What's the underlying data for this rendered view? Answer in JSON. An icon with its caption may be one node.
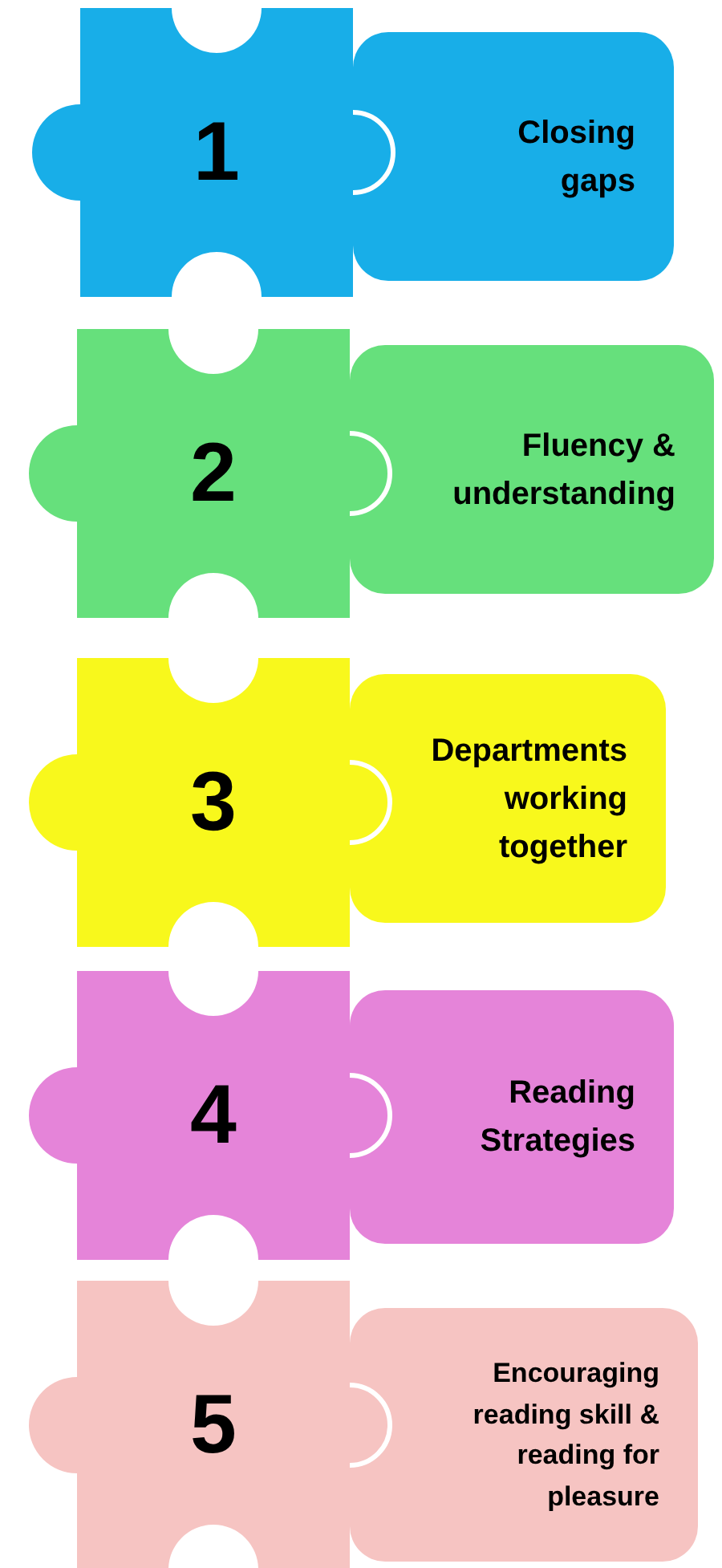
{
  "diagram": {
    "nodes": [
      {
        "text": [
          "1"
        ]
      },
      {
        "text": [
          "Closing gaps"
        ]
      },
      {
        "text": [
          "2"
        ]
      },
      {
        "text": [
          "Fluency & understanding"
        ]
      },
      {
        "text": [
          "3"
        ]
      },
      {
        "text": [
          "Departments working together"
        ]
      },
      {
        "text": [
          "4"
        ]
      },
      {
        "text": [
          "Reading Strategies"
        ]
      },
      {
        "text": [
          "5"
        ]
      },
      {
        "text": [
          "Encouraging reading skill & reading for pleasure"
        ]
      }
    ]
  }
}
